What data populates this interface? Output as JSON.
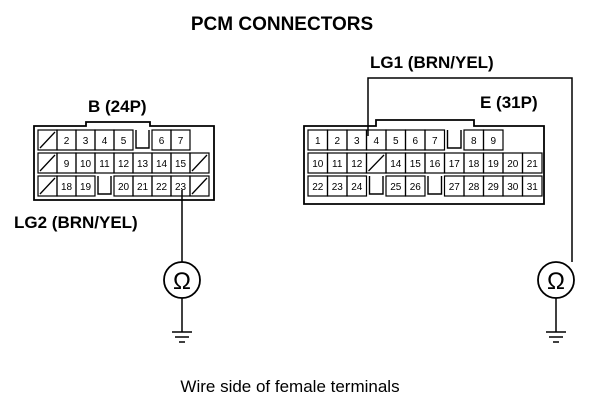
{
  "title": "PCM CONNECTORS",
  "caption": "Wire side of female terminals",
  "connector_b": {
    "label": "B (24P)",
    "wire_label": "LG2 (BRN/YEL)",
    "rows": [
      [
        "/",
        "2",
        "3",
        "4",
        "5",
        "",
        "6",
        "7"
      ],
      [
        "/",
        "9",
        "10",
        "11",
        "12",
        "13",
        "14",
        "15",
        "/"
      ],
      [
        "/",
        "18",
        "19",
        "",
        "20",
        "21",
        "22",
        "23",
        "/"
      ]
    ],
    "probe_pin": "23"
  },
  "connector_e": {
    "label": "E (31P)",
    "wire_label": "LG1 (BRN/YEL)",
    "rows": [
      [
        "1",
        "2",
        "3",
        "4",
        "5",
        "6",
        "7",
        "",
        "8",
        "9"
      ],
      [
        "10",
        "11",
        "12",
        "/",
        "14",
        "15",
        "16",
        "17",
        "18",
        "19",
        "20",
        "21"
      ],
      [
        "22",
        "23",
        "24",
        "",
        "25",
        "26",
        "",
        "27",
        "28",
        "29",
        "30",
        "31"
      ]
    ],
    "probe_pin": "3"
  },
  "meter_symbol": "Ω"
}
